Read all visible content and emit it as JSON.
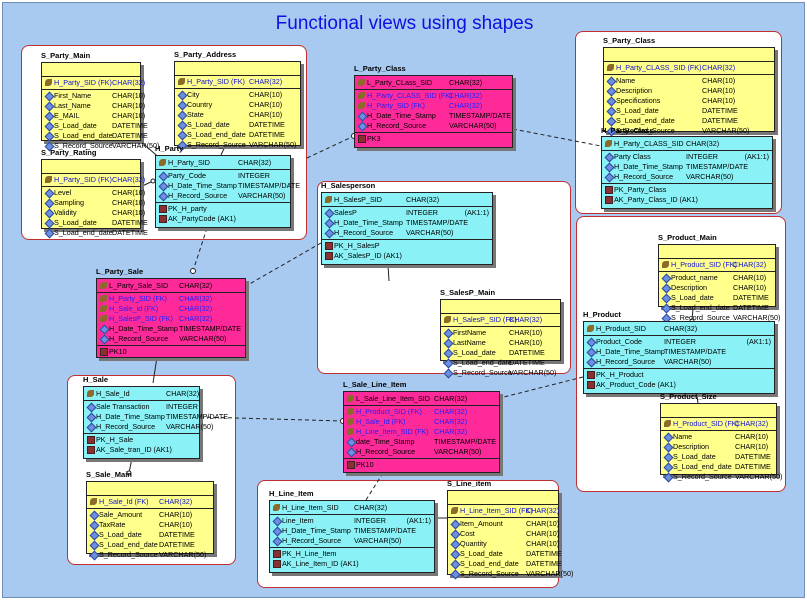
{
  "title": "Functional views using shapes",
  "entities": {
    "s_party_main": {
      "name": "S_Party_Main",
      "rows": [
        {
          "icon": "key",
          "col": "H_Party_SID (FK)",
          "type": "CHAR(32)",
          "fk": true
        },
        {
          "icon": "dia",
          "col": "First_Name",
          "type": "CHAR(10)"
        },
        {
          "icon": "dia",
          "col": "Last_Name",
          "type": "CHAR(10)"
        },
        {
          "icon": "dia",
          "col": "E_MAIL",
          "type": "CHAR(10)"
        },
        {
          "icon": "dia",
          "col": "S_Load_date",
          "type": "DATETIME"
        },
        {
          "icon": "dia",
          "col": "S_Load_end_date",
          "type": "DATETIME"
        },
        {
          "icon": "dia",
          "col": "S_Record_Source",
          "type": "VARCHAR(50)"
        }
      ]
    },
    "s_party_address": {
      "name": "S_Party_Address",
      "rows": [
        {
          "icon": "key",
          "col": "H_Party_SID (FK)",
          "type": "CHAR(32)",
          "fk": true
        },
        {
          "icon": "dia",
          "col": "City",
          "type": "CHAR(10)"
        },
        {
          "icon": "dia",
          "col": "Country",
          "type": "CHAR(10)"
        },
        {
          "icon": "dia",
          "col": "State",
          "type": "CHAR(10)"
        },
        {
          "icon": "dia",
          "col": "S_Load_date",
          "type": "DATETIME"
        },
        {
          "icon": "dia",
          "col": "S_Load_end_date",
          "type": "DATETIME"
        },
        {
          "icon": "dia",
          "col": "S_Record_Source",
          "type": "VARCHAR(50)"
        }
      ]
    },
    "s_party_rating": {
      "name": "S_Party_Rating",
      "rows": [
        {
          "icon": "key",
          "col": "H_Party_SID (FK)",
          "type": "CHAR(32)",
          "fk": true
        },
        {
          "icon": "dia",
          "col": "Level",
          "type": "CHAR(10)"
        },
        {
          "icon": "dia",
          "col": "Sampling",
          "type": "CHAR(10)"
        },
        {
          "icon": "dia",
          "col": "Validity",
          "type": "CHAR(10)"
        },
        {
          "icon": "dia",
          "col": "S_Load_date",
          "type": "DATETIME"
        },
        {
          "icon": "dia",
          "col": "S_Load_end_date",
          "type": "DATETIME"
        }
      ]
    },
    "h_party": {
      "name": "H_Party",
      "pk": [
        {
          "icon": "key",
          "col": "H_Party_SID",
          "type": "CHAR(32)"
        }
      ],
      "rows": [
        {
          "icon": "dia",
          "col": "Party_Code",
          "type": "INTEGER"
        },
        {
          "icon": "dia",
          "col": "H_Date_Time_Stamp",
          "type": "TIMESTAMP/DATE"
        },
        {
          "icon": "dia",
          "col": "H_Record_Source",
          "type": "VARCHAR(50)"
        }
      ],
      "idx": [
        {
          "col": "PK_H_party"
        },
        {
          "col": "AK_PartyCode (AK1)"
        }
      ]
    },
    "l_party_class": {
      "name": "L_Party_Class",
      "pk": [
        {
          "icon": "key",
          "col": "L_Party_CLass_SID",
          "type": "CHAR(32)"
        }
      ],
      "rows": [
        {
          "icon": "key",
          "col": "H_Party_CLASS_SID (FK)",
          "type": "CHAR(32)",
          "fk": true
        },
        {
          "icon": "key",
          "col": "H_Party_SID (FK)",
          "type": "CHAR(32)",
          "fk": true
        },
        {
          "icon": "dia",
          "col": "H_Date_Time_Stamp",
          "type": "TIMESTAMP/DATE"
        },
        {
          "icon": "dia",
          "col": "H_Record_Source",
          "type": "VARCHAR(50)"
        }
      ],
      "idx": [
        {
          "col": "PK3"
        }
      ]
    },
    "s_party_class": {
      "name": "S_Party_Class",
      "rows": [
        {
          "icon": "key",
          "col": "H_Party_CLASS_SID (FK)",
          "type": "CHAR(32)",
          "fk": true
        },
        {
          "icon": "dia",
          "col": "Name",
          "type": "CHAR(10)"
        },
        {
          "icon": "dia",
          "col": "Description",
          "type": "CHAR(10)"
        },
        {
          "icon": "dia",
          "col": "Specifications",
          "type": "CHAR(10)"
        },
        {
          "icon": "dia",
          "col": "S_Load_date",
          "type": "DATETIME"
        },
        {
          "icon": "dia",
          "col": "S_Load_end_date",
          "type": "DATETIME"
        },
        {
          "icon": "dia",
          "col": "S_Record_Source",
          "type": "VARCHAR(50)"
        }
      ]
    },
    "h_party_class": {
      "name": "H_Party_Class",
      "pk": [
        {
          "icon": "key",
          "col": "H_Party_CLASS_SID",
          "type": "CHAR(32)"
        }
      ],
      "rows": [
        {
          "icon": "dia",
          "col": "Party Class",
          "type": "INTEGER",
          "extra": "(AK1:1)"
        },
        {
          "icon": "dia",
          "col": "H_Date_Time_Stamp",
          "type": "TIMESTAMP/DATE"
        },
        {
          "icon": "dia",
          "col": "H_Record_Source",
          "type": "VARCHAR(50)"
        }
      ],
      "idx": [
        {
          "col": "PK_Party_Class"
        },
        {
          "col": "AK_Party_Class_ID (AK1)"
        }
      ]
    },
    "h_salesperson": {
      "name": "H_Salesperson",
      "pk": [
        {
          "icon": "key",
          "col": "H_SalesP_SID",
          "type": "CHAR(32)"
        }
      ],
      "rows": [
        {
          "icon": "dia",
          "col": "SalesP",
          "type": "INTEGER",
          "extra": "(AK1:1)"
        },
        {
          "icon": "dia",
          "col": "H_Date_Time_Stamp",
          "type": "TIMESTAMP/DATE"
        },
        {
          "icon": "dia",
          "col": "H_Record_Source",
          "type": "VARCHAR(50)"
        }
      ],
      "idx": [
        {
          "col": "PK_H_SalesP"
        },
        {
          "col": "AK_SalesP_ID (AK1)"
        }
      ]
    },
    "s_salesp_main": {
      "name": "S_SalesP_Main",
      "rows": [
        {
          "icon": "key",
          "col": "H_SalesP_SID (FK)",
          "type": "CHAR(32)",
          "fk": true
        },
        {
          "icon": "dia",
          "col": "FirstName",
          "type": "CHAR(10)"
        },
        {
          "icon": "dia",
          "col": "LastName",
          "type": "CHAR(10)"
        },
        {
          "icon": "dia",
          "col": "S_Load_date",
          "type": "DATETIME"
        },
        {
          "icon": "dia",
          "col": "S_Load_end_date",
          "type": "DATETIME"
        },
        {
          "icon": "dia",
          "col": "S_Record_Source",
          "type": "VARCHAR(50)"
        }
      ]
    },
    "s_product_main": {
      "name": "S_Product_Main",
      "rows": [
        {
          "icon": "key",
          "col": "H_Product_SID (FK)",
          "type": "CHAR(32)",
          "fk": true
        },
        {
          "icon": "dia",
          "col": "Product_name",
          "type": "CHAR(10)"
        },
        {
          "icon": "dia",
          "col": "Description",
          "type": "CHAR(10)"
        },
        {
          "icon": "dia",
          "col": "S_Load_date",
          "type": "DATETIME"
        },
        {
          "icon": "dia",
          "col": "S_Load_end_date",
          "type": "DATETIME"
        },
        {
          "icon": "dia",
          "col": "S_Record_Source",
          "type": "VARCHAR(50)"
        }
      ]
    },
    "h_product": {
      "name": "H_Product",
      "pk": [
        {
          "icon": "key",
          "col": "H_Product_SID",
          "type": "CHAR(32)"
        }
      ],
      "rows": [
        {
          "icon": "dia",
          "col": "Product_Code",
          "type": "INTEGER",
          "extra": "(AK1:1)"
        },
        {
          "icon": "dia",
          "col": "H_Date_Time_Stamp",
          "type": "TIMESTAMP/DATE"
        },
        {
          "icon": "dia",
          "col": "H_Record_Source",
          "type": "VARCHAR(50)"
        }
      ],
      "idx": [
        {
          "col": "PK_H_Product"
        },
        {
          "col": "AK_Product_Code (AK1)"
        }
      ]
    },
    "s_product_size": {
      "name": "S_Product_Size",
      "rows": [
        {
          "icon": "key",
          "col": "H_Product_SID (FK)",
          "type": "CHAR(32)",
          "fk": true
        },
        {
          "icon": "dia",
          "col": "Name",
          "type": "CHAR(10)"
        },
        {
          "icon": "dia",
          "col": "Description",
          "type": "CHAR(10)"
        },
        {
          "icon": "dia",
          "col": "S_Load_date",
          "type": "DATETIME"
        },
        {
          "icon": "dia",
          "col": "S_Load_end_date",
          "type": "DATETIME"
        },
        {
          "icon": "dia",
          "col": "S_Record_Source",
          "type": "VARCHAR(50)"
        }
      ]
    },
    "l_party_sale": {
      "name": "L_Party_Sale",
      "pk": [
        {
          "icon": "key",
          "col": "L_Party_Sale_SID",
          "type": "CHAR(32)"
        }
      ],
      "rows": [
        {
          "icon": "key",
          "col": "H_Party_SID (FK)",
          "type": "CHAR(32)",
          "fk": true
        },
        {
          "icon": "key",
          "col": "H_Sale_id (FK)",
          "type": "CHAR(32)",
          "fk": true
        },
        {
          "icon": "key",
          "col": "H_SalesP_SID (FK)",
          "type": "CHAR(32)",
          "fk": true
        },
        {
          "icon": "dia",
          "col": "H_Date_Time_Stamp",
          "type": "TIMESTAMP/DATE"
        },
        {
          "icon": "dia",
          "col": "H_Record_Source",
          "type": "VARCHAR(50)"
        }
      ],
      "idx": [
        {
          "col": "PK10"
        }
      ]
    },
    "h_sale": {
      "name": "H_Sale",
      "pk": [
        {
          "icon": "key",
          "col": "H_Sale_Id",
          "type": "CHAR(32)"
        }
      ],
      "rows": [
        {
          "icon": "dia",
          "col": "Sale Transaction",
          "type": "INTEGER"
        },
        {
          "icon": "dia",
          "col": "H_Date_Time_Stamp",
          "type": "TIMESTAMP/DATE"
        },
        {
          "icon": "dia",
          "col": "H_Record_Source",
          "type": "VARCHAR(50)"
        }
      ],
      "idx": [
        {
          "col": "PK_H_Sale"
        },
        {
          "col": "AK_Sale_tran_ID (AK1)"
        }
      ]
    },
    "s_sale_main": {
      "name": "S_Sale_Main",
      "rows": [
        {
          "icon": "key",
          "col": "H_Sale_Id (FK)",
          "type": "CHAR(32)",
          "fk": true
        },
        {
          "icon": "dia",
          "col": "Sale_Amount",
          "type": "CHAR(10)"
        },
        {
          "icon": "dia",
          "col": "TaxRate",
          "type": "CHAR(10)"
        },
        {
          "icon": "dia",
          "col": "S_Load_date",
          "type": "DATETIME"
        },
        {
          "icon": "dia",
          "col": "S_Load_end_date",
          "type": "DATETIME"
        },
        {
          "icon": "dia",
          "col": "S_Record_Source",
          "type": "VARCHAR(50)"
        }
      ]
    },
    "l_sale_line_item": {
      "name": "L_Sale_Line_Item",
      "pk": [
        {
          "icon": "key",
          "col": "L_Sale_Line_Item_SID",
          "type": "CHAR(32)"
        }
      ],
      "rows": [
        {
          "icon": "key",
          "col": "H_Product_SID (FK)",
          "type": "CHAR(32)",
          "fk": true
        },
        {
          "icon": "key",
          "col": "H_Sale_Id (FK)",
          "type": "CHAR(32)",
          "fk": true
        },
        {
          "icon": "key",
          "col": "H_Line_Item_SID (FK)",
          "type": "CHAR(32)",
          "fk": true
        },
        {
          "icon": "dia",
          "col": "date_Time_Stamp",
          "type": "TIMESTAMP/DATE"
        },
        {
          "icon": "dia",
          "col": "H_Record_Source",
          "type": "VARCHAR(50)"
        }
      ],
      "idx": [
        {
          "col": "PK10"
        }
      ]
    },
    "h_line_item": {
      "name": "H_Line_Item",
      "pk": [
        {
          "icon": "key",
          "col": "H_Line_Item_SID",
          "type": "CHAR(32)"
        }
      ],
      "rows": [
        {
          "icon": "dia",
          "col": "Line_Item",
          "type": "INTEGER",
          "extra": "(AK1:1)"
        },
        {
          "icon": "dia",
          "col": "H_Date_Time_Stamp",
          "type": "TIMESTAMP/DATE"
        },
        {
          "icon": "dia",
          "col": "H_Record_Source",
          "type": "VARCHAR(50)"
        }
      ],
      "idx": [
        {
          "col": "PK_H_Line_Item"
        },
        {
          "col": "AK_Line_Item_ID (AK1)"
        }
      ]
    },
    "s_line_item": {
      "name": "S_Line_item",
      "rows": [
        {
          "icon": "key",
          "col": "H_Line_Item_SID (FK)",
          "type": "CHAR(32)",
          "fk": true
        },
        {
          "icon": "dia",
          "col": "Item_Amount",
          "type": "CHAR(10)"
        },
        {
          "icon": "dia",
          "col": "Cost",
          "type": "CHAR(10)"
        },
        {
          "icon": "dia",
          "col": "Quantity",
          "type": "CHAR(10)"
        },
        {
          "icon": "dia",
          "col": "S_Load_date",
          "type": "DATETIME"
        },
        {
          "icon": "dia",
          "col": "S_Load_end_date",
          "type": "DATETIME"
        },
        {
          "icon": "dia",
          "col": "S_Record_Source",
          "type": "VARCHAR(50)"
        }
      ]
    }
  },
  "colors": {
    "satellite": "#ffff8c",
    "hub": "#8af2f6",
    "link": "#ff2a99",
    "group_border": "#c03030",
    "background": "#a8c9f0",
    "title": "#1010e0"
  }
}
